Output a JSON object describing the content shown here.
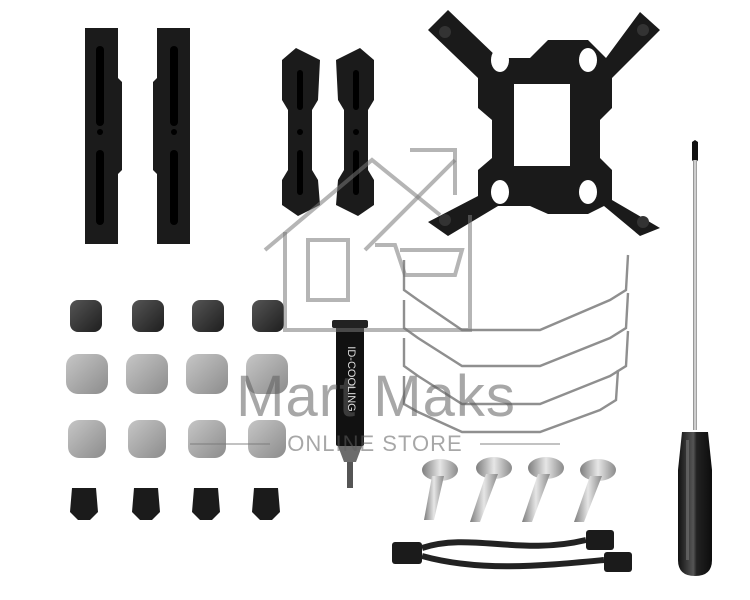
{
  "watermark": {
    "title": "Mart Maks",
    "subtitle": "ONLINE STORE"
  },
  "thermal_paste": {
    "brand": "ID-COOLING"
  },
  "colors": {
    "metal_black": "#1b1b1b",
    "metal_steel": "#9a9a9a",
    "rubber_gray": "#a9a9a9",
    "background": "#ffffff"
  }
}
